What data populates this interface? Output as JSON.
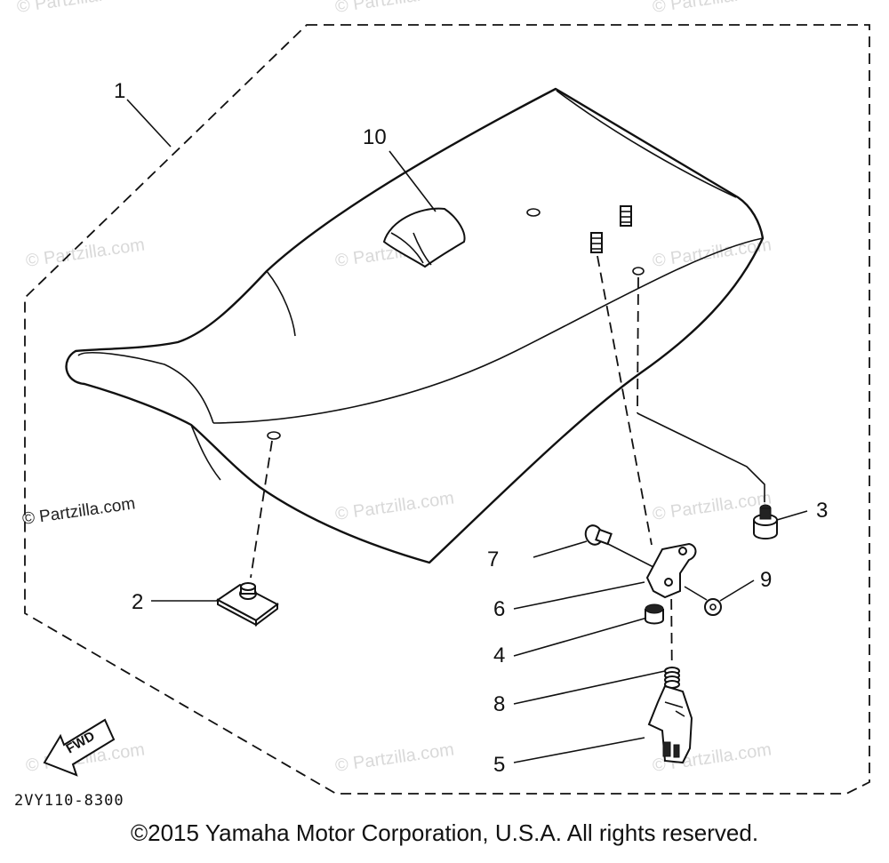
{
  "diagram": {
    "part_code": "2VY110-8300",
    "fwd_label": "FWD",
    "copyright": "©2015 Yamaha Motor Corporation, U.S.A. All rights reserved.",
    "watermark": "© Partzilla.com",
    "callouts": {
      "c1": "1",
      "c2": "2",
      "c3": "3",
      "c4": "4",
      "c5": "5",
      "c6": "6",
      "c7": "7",
      "c8": "8",
      "c9": "9",
      "c10": "10"
    }
  }
}
